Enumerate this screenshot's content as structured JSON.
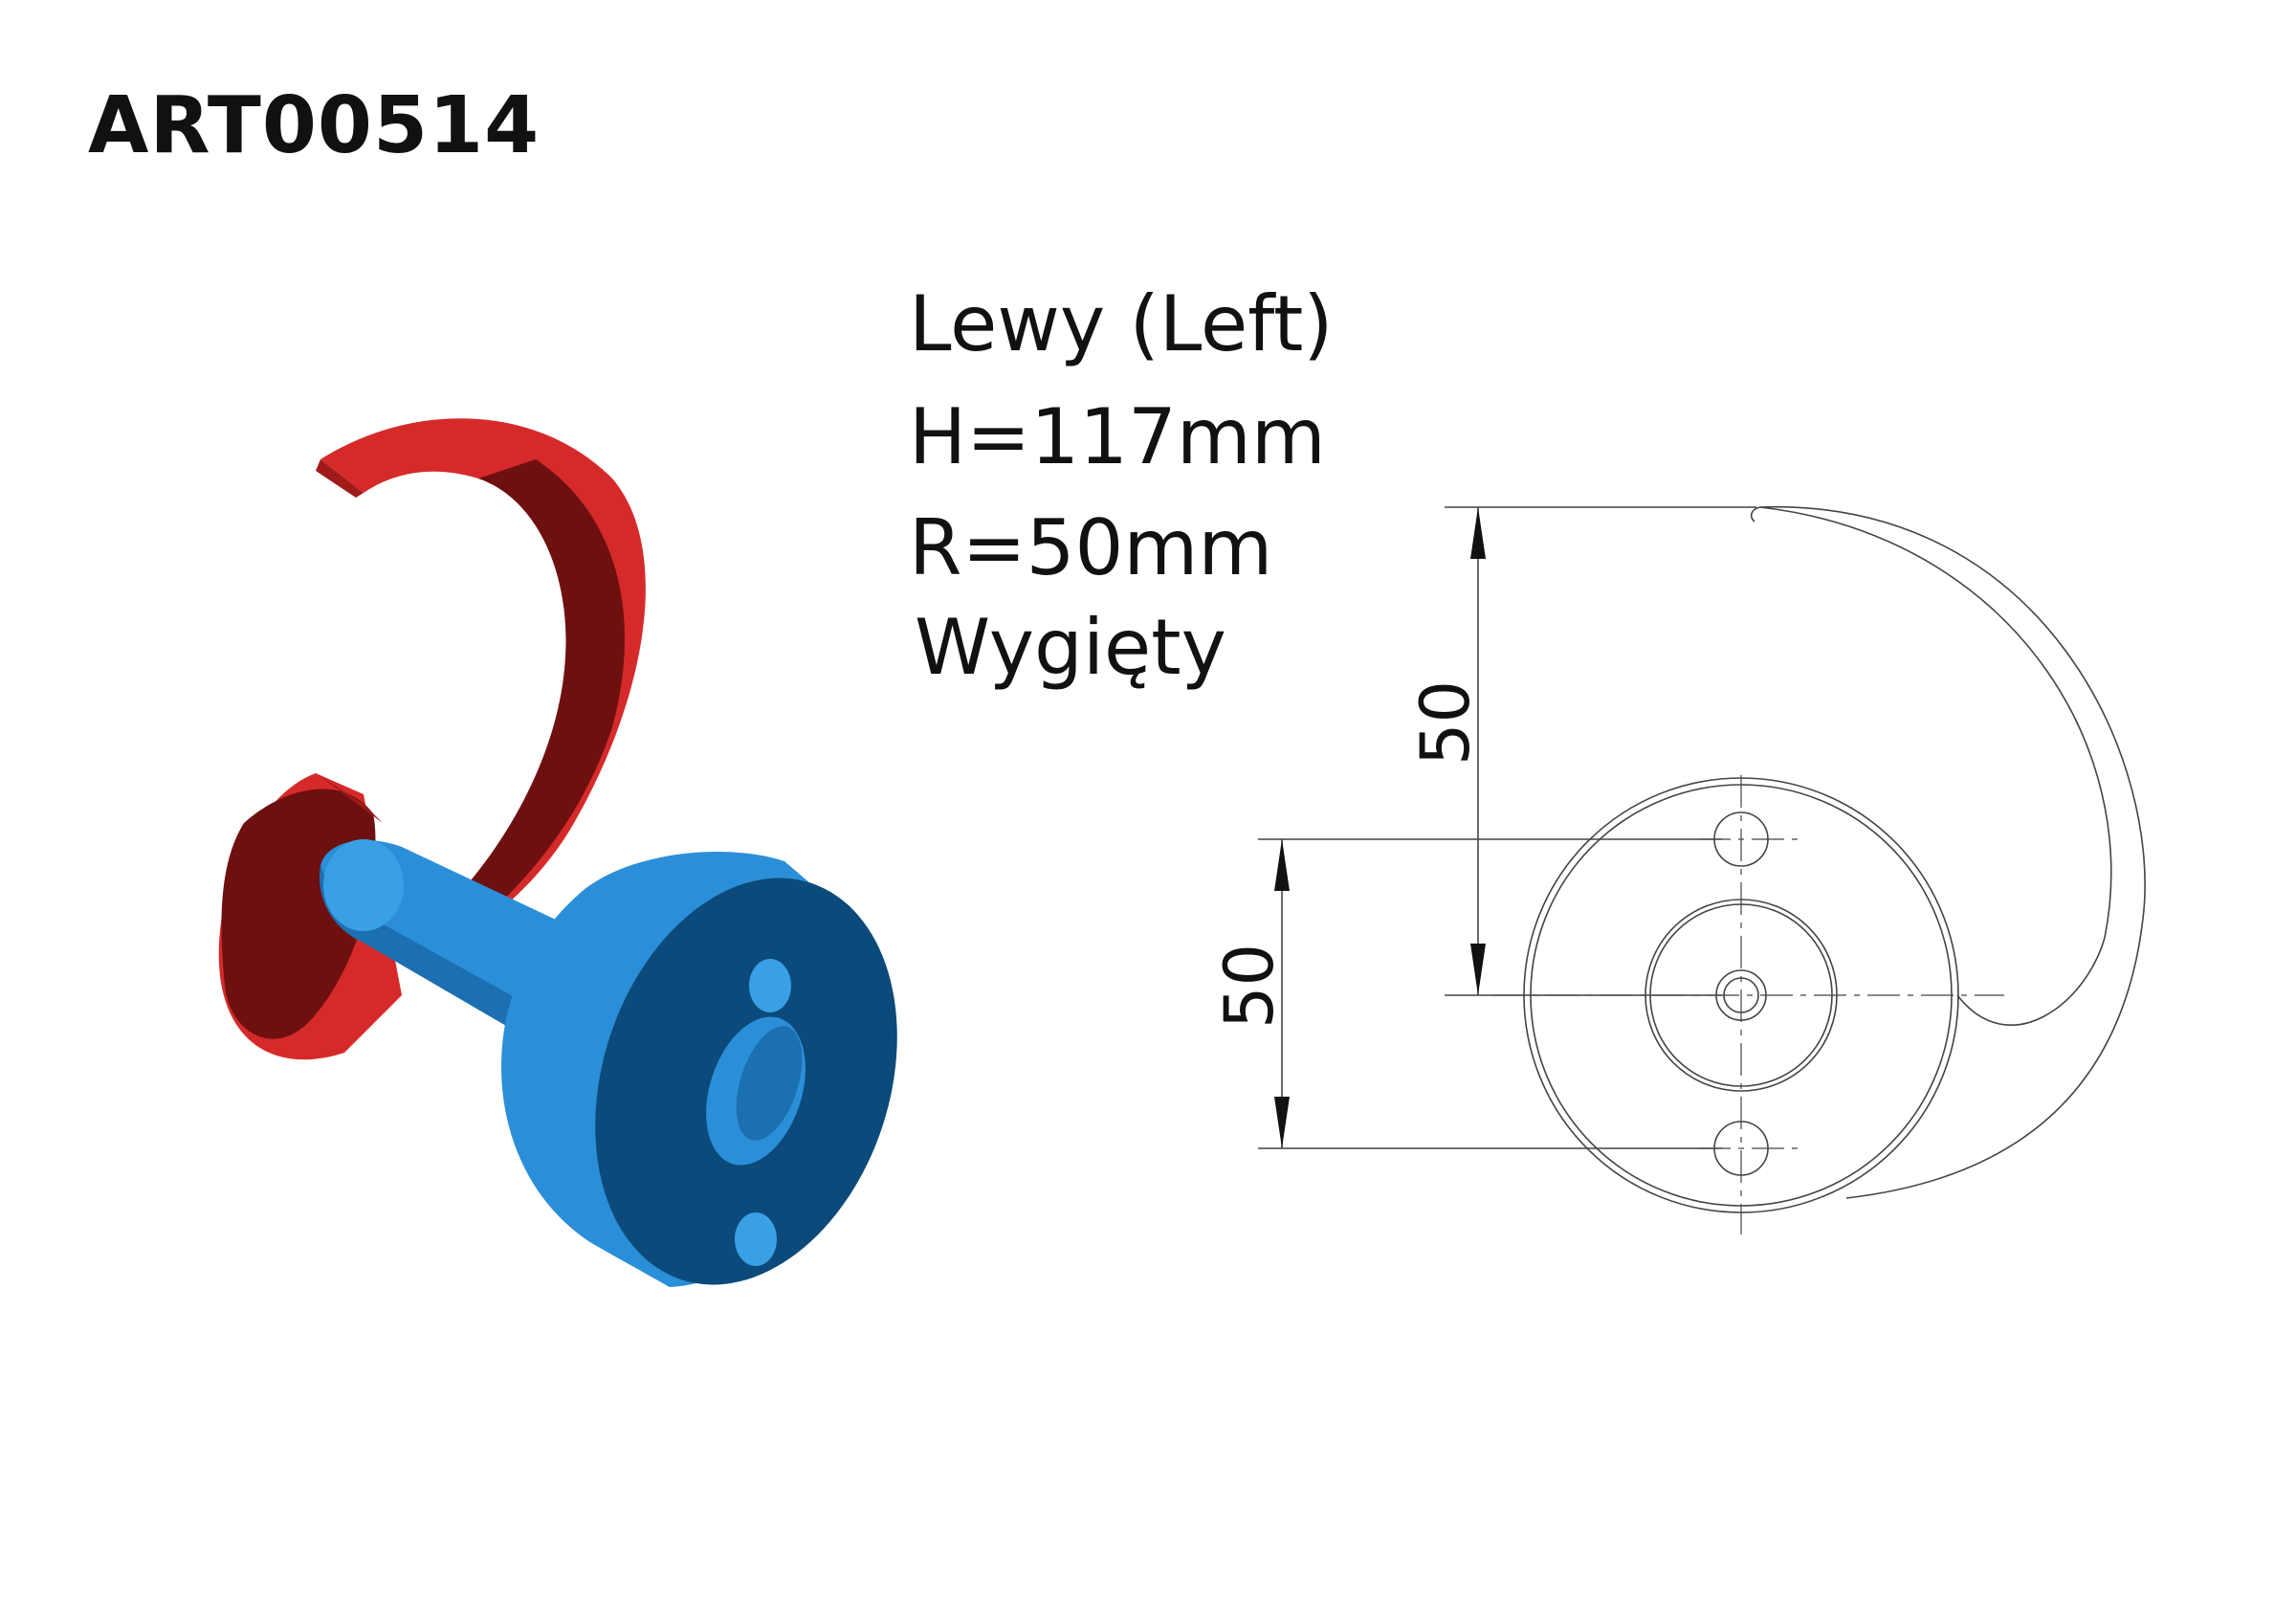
{
  "article_code": "ART00514",
  "spec": {
    "side": "Lewy (Left)",
    "height": "H=117mm",
    "radius": "R=50mm",
    "note": "Wygięty"
  },
  "drawing": {
    "dim_vertical_upper": "50",
    "dim_vertical_lower": "50"
  },
  "colors": {
    "hook_red": "#d62a2a",
    "hook_red_dark": "#6e1010",
    "hub_blue": "#2a8fd8",
    "hub_blue_dark": "#0b4a7a",
    "line": "#333333"
  }
}
